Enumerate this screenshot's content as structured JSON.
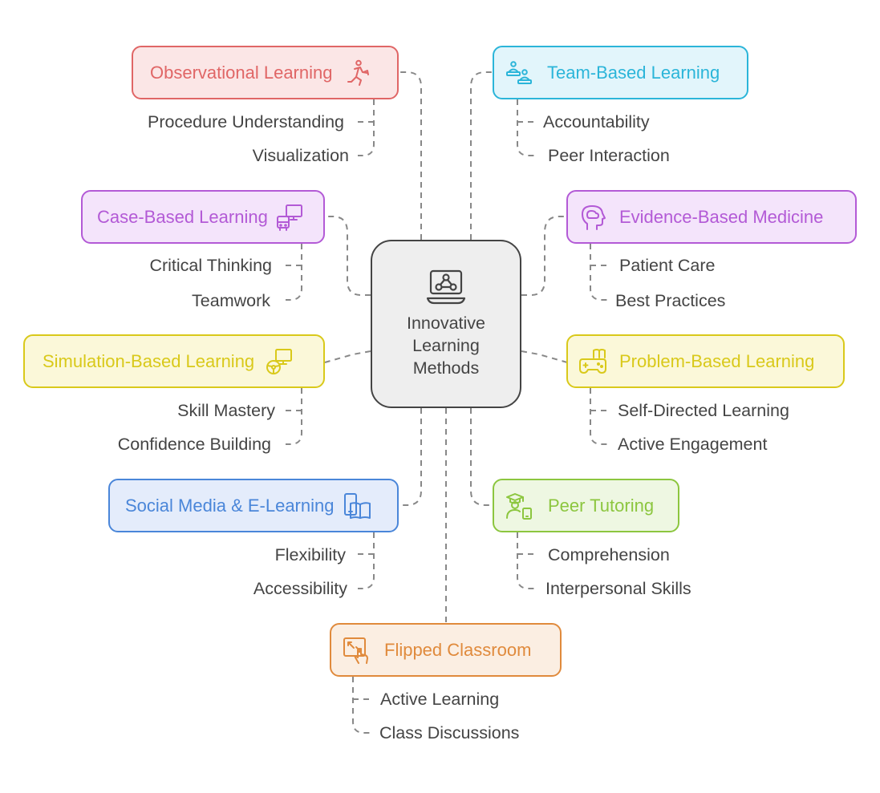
{
  "center": {
    "lines": [
      "Innovative",
      "Learning",
      "Methods"
    ],
    "icon": "laptop-network-icon"
  },
  "colors": {
    "red": "#e06666",
    "cyan": "#2bb5d9",
    "purple": "#b35ad6",
    "yellow": "#d9c91a",
    "blue": "#4a86d9",
    "green": "#8cc63f",
    "orange": "#e08a3c",
    "connector": "#888888",
    "text": "#444444"
  },
  "methods": {
    "observational": {
      "title": "Observational Learning",
      "icon": "running-person-icon",
      "items": [
        "Procedure Understanding",
        "Visualization"
      ]
    },
    "team": {
      "title": "Team-Based Learning",
      "icon": "team-desks-icon",
      "items": [
        "Accountability",
        "Peer Interaction"
      ]
    },
    "case": {
      "title": "Case-Based Learning",
      "icon": "computer-bus-icon",
      "items": [
        "Critical Thinking",
        "Teamwork"
      ]
    },
    "evidence": {
      "title": "Evidence-Based Medicine",
      "icon": "head-brain-icon",
      "items": [
        "Patient Care",
        "Best Practices"
      ]
    },
    "simulation": {
      "title": "Simulation-Based Learning",
      "icon": "steering-monitor-icon",
      "items": [
        "Skill Mastery",
        "Confidence Building"
      ]
    },
    "problem": {
      "title": "Problem-Based Learning",
      "icon": "gamepad-book-icon",
      "items": [
        "Self-Directed Learning",
        "Active Engagement"
      ]
    },
    "social": {
      "title": "Social Media & E-Learning",
      "icon": "phone-book-icon",
      "items": [
        "Flexibility",
        "Accessibility"
      ]
    },
    "peer": {
      "title": "Peer Tutoring",
      "icon": "graduate-phone-icon",
      "items": [
        "Comprehension",
        "Interpersonal Skills"
      ]
    },
    "flipped": {
      "title": "Flipped Classroom",
      "icon": "expand-touch-icon",
      "items": [
        "Active Learning",
        "Class Discussions"
      ]
    }
  }
}
